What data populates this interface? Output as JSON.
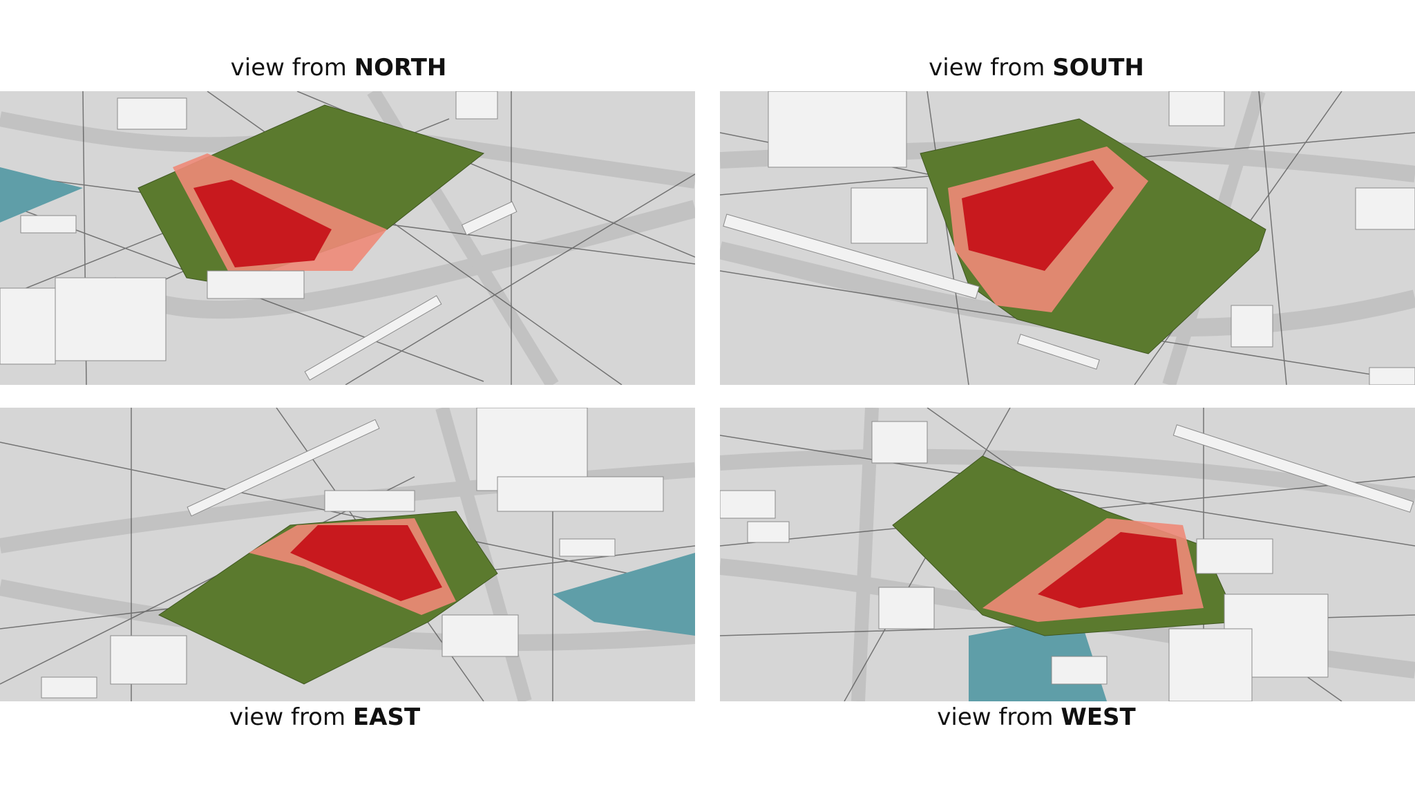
{
  "views": [
    {
      "id": "north",
      "prefix": "view from",
      "direction": "NORTH"
    },
    {
      "id": "south",
      "prefix": "view from",
      "direction": "SOUTH"
    },
    {
      "id": "east",
      "prefix": "view from",
      "direction": "EAST"
    },
    {
      "id": "west",
      "prefix": "view from",
      "direction": "WEST"
    }
  ],
  "colors": {
    "ground": "#d6d6d6",
    "road": "#c9c9c9",
    "building": "#f2f2f2",
    "building_side": "#dadada",
    "green_area": "#5b7a2e",
    "red_volume": "#c8191e",
    "red_buffer": "#ee8a78",
    "water": "#5f9ea8",
    "lines": "#4a4a4a"
  }
}
